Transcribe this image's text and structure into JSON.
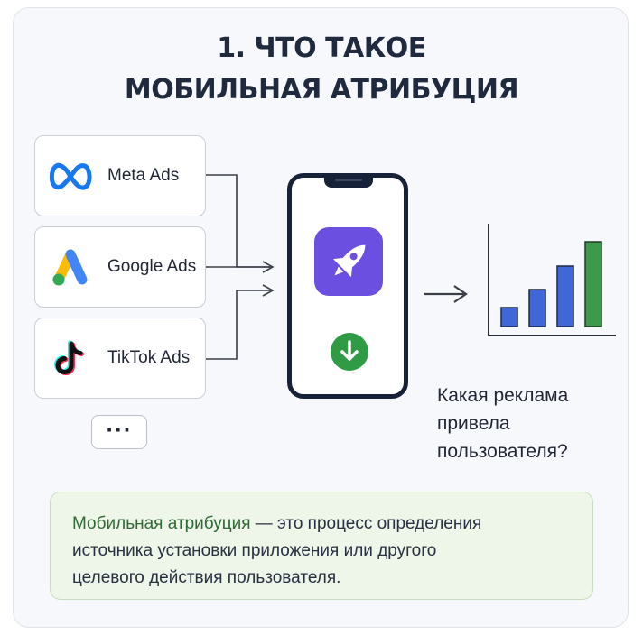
{
  "title": {
    "line1": "1. ЧТО ТАКОЕ",
    "line2": "МОБИЛЬНАЯ АТРИБУЦИЯ"
  },
  "sources": [
    {
      "label": "Meta Ads",
      "icon": "meta-infinity-icon"
    },
    {
      "label": "Google Ads",
      "icon": "google-ads-icon"
    },
    {
      "label": "TikTok Ads",
      "icon": "tiktok-icon"
    }
  ],
  "more_label": "···",
  "phone": {
    "app_icon": "rocket-icon",
    "download_icon": "download-arrow-icon"
  },
  "chart_icon": "bar-chart-growth-icon",
  "question": {
    "line1": "Какая реклама",
    "line2": "привела",
    "line3": "пользователя?"
  },
  "definition": {
    "term": "Мобильная атрибуция",
    "line1_rest": " — это процесс определения",
    "line2": "источника установки приложения или другого",
    "line3": "целевого действия пользователя."
  },
  "colors": {
    "title": "#1f2a3e",
    "phone_frame": "#172138",
    "app_icon_bg": "#6a4fe0",
    "download_bg": "#2f9c45",
    "bar_blue": "#3f67d8",
    "bar_green": "#3c9a4a",
    "definition_bg": "#eef6ea",
    "definition_term": "#2e6a34"
  }
}
